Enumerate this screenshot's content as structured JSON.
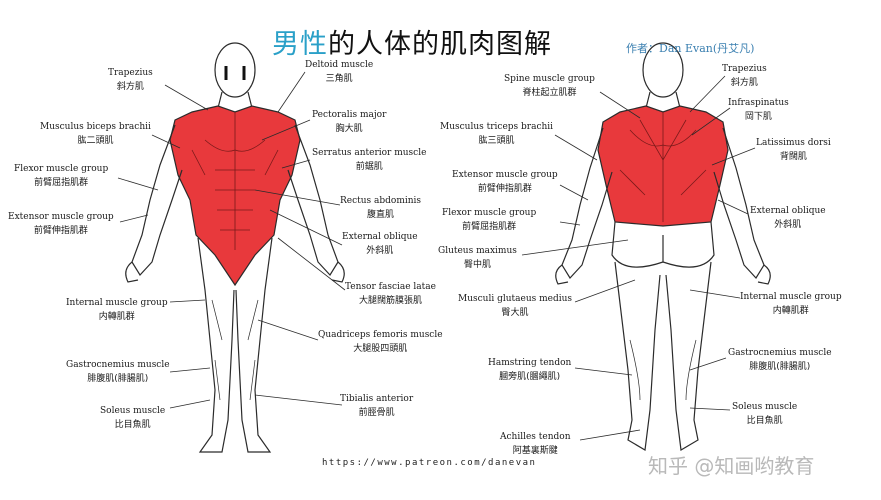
{
  "title": {
    "accent": "男性",
    "rest": "的人体的肌肉图解"
  },
  "author": "作者：Dan Evan(丹艾凡)",
  "url": "https://www.patreon.com/danevan",
  "watermark": "知乎 @知画哟教育",
  "colors": {
    "muscle_red": "#e8393c",
    "outline": "#2b2b2b",
    "title_accent": "#2aa0c8"
  },
  "front_labels": [
    {
      "id": "trapezius",
      "en": "Trapezius",
      "zh": "斜方肌"
    },
    {
      "id": "biceps",
      "en": "Musculus biceps brachii",
      "zh": "肱二頭肌"
    },
    {
      "id": "flexor",
      "en": "Flexor muscle group",
      "zh": "前臂屈指肌群"
    },
    {
      "id": "extensor",
      "en": "Extensor muscle group",
      "zh": "前臂伸指肌群"
    },
    {
      "id": "internal",
      "en": "Internal muscle group",
      "zh": "内轉肌群"
    },
    {
      "id": "gastro",
      "en": "Gastrocnemius muscle",
      "zh": "腓腹肌(腓腸肌)"
    },
    {
      "id": "soleus",
      "en": "Soleus muscle",
      "zh": "比目魚肌"
    },
    {
      "id": "deltoid",
      "en": "Deltoid muscle",
      "zh": "三角肌"
    },
    {
      "id": "pectoralis",
      "en": "Pectoralis major",
      "zh": "胸大肌"
    },
    {
      "id": "serratus",
      "en": "Serratus anterior muscle",
      "zh": "前鋸肌"
    },
    {
      "id": "rectus",
      "en": "Rectus abdominis",
      "zh": "腹直肌"
    },
    {
      "id": "extoblique",
      "en": "External oblique",
      "zh": "外斜肌"
    },
    {
      "id": "tensor",
      "en": "Tensor fasciae latae",
      "zh": "大腿闊筋膜張肌"
    },
    {
      "id": "quadriceps",
      "en": "Quadriceps femoris muscle",
      "zh": "大腿股四頭肌"
    },
    {
      "id": "tibialis",
      "en": "Tibialis anterior",
      "zh": "前脛骨肌"
    }
  ],
  "back_labels": [
    {
      "id": "spine",
      "en": "Spine muscle group",
      "zh": "脊柱起立肌群"
    },
    {
      "id": "triceps",
      "en": "Musculus triceps brachii",
      "zh": "肱三頭肌"
    },
    {
      "id": "bextensor",
      "en": "Extensor muscle group",
      "zh": "前臂伸指肌群"
    },
    {
      "id": "bflexor",
      "en": "Flexor muscle group",
      "zh": "前臂屈指肌群"
    },
    {
      "id": "gmax",
      "en": "Gluteus maximus",
      "zh": "臀中肌"
    },
    {
      "id": "gmed",
      "en": "Musculi glutaeus medius",
      "zh": "臀大肌"
    },
    {
      "id": "hamstring",
      "en": "Hamstring tendon",
      "zh": "膕旁肌(膕繩肌)"
    },
    {
      "id": "achilles",
      "en": "Achilles tendon",
      "zh": "阿基裏斯腱"
    },
    {
      "id": "btrapezius",
      "en": "Trapezius",
      "zh": "斜方肌"
    },
    {
      "id": "infra",
      "en": "Infraspinatus",
      "zh": "岡下肌"
    },
    {
      "id": "latissimus",
      "en": "Latissimus dorsi",
      "zh": "背闊肌"
    },
    {
      "id": "bextoblique",
      "en": "External oblique",
      "zh": "外斜肌"
    },
    {
      "id": "binternal",
      "en": "Internal muscle group",
      "zh": "内轉肌群"
    },
    {
      "id": "bgastro",
      "en": "Gastrocnemius muscle",
      "zh": "腓腹肌(腓腸肌)"
    },
    {
      "id": "bsoleus",
      "en": "Soleus muscle",
      "zh": "比目魚肌"
    }
  ]
}
